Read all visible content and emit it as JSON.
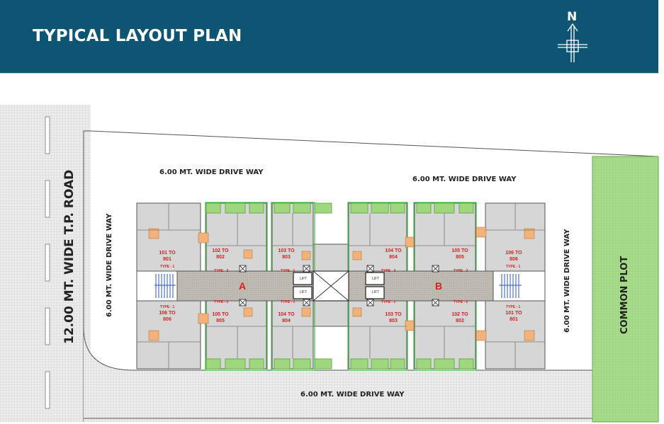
{
  "header": {
    "title": "TYPICAL LAYOUT PLAN",
    "compass_label": "N"
  },
  "labels": {
    "road_tp": "12.00 MT. WIDE T.P. ROAD",
    "drive_top_left": "6.00 MT. WIDE DRIVE WAY",
    "drive_top_right": "6.00 MT. WIDE DRIVE WAY",
    "drive_left": "6.00 MT. WIDE DRIVE WAY",
    "drive_right": "6.00 MT. WIDE DRIVE WAY",
    "drive_bottom": "6.00 MT. WIDE DRIVE WAY",
    "common_plot": "COMMON PLOT"
  },
  "wings": {
    "a": "A",
    "b": "B"
  },
  "units": {
    "a_top": [
      "101 TO\n801",
      "102 TO\n802",
      "103 TO\n803"
    ],
    "a_bottom": [
      "106 TO\n806",
      "105 TO\n805",
      "104 TO\n804"
    ],
    "b_top": [
      "104 TO\n804",
      "105 TO\n805",
      "106 TO\n806"
    ],
    "b_bottom": [
      "103 TO\n803",
      "102 TO\n802",
      "101 TO\n801"
    ]
  },
  "types": {
    "t1": "TYPE - 1",
    "t2": "TYPE - 2"
  },
  "lift": "LIFT",
  "colors": {
    "header": "#0e5473",
    "green": "#9fd67e",
    "orange": "#f2b27a",
    "room": "#d6d6d6",
    "corridor": "#bdb8b0",
    "stair": "#2a4fd0",
    "road_hatch": "#cfcfcf",
    "unit_label": "#d81f1f"
  }
}
